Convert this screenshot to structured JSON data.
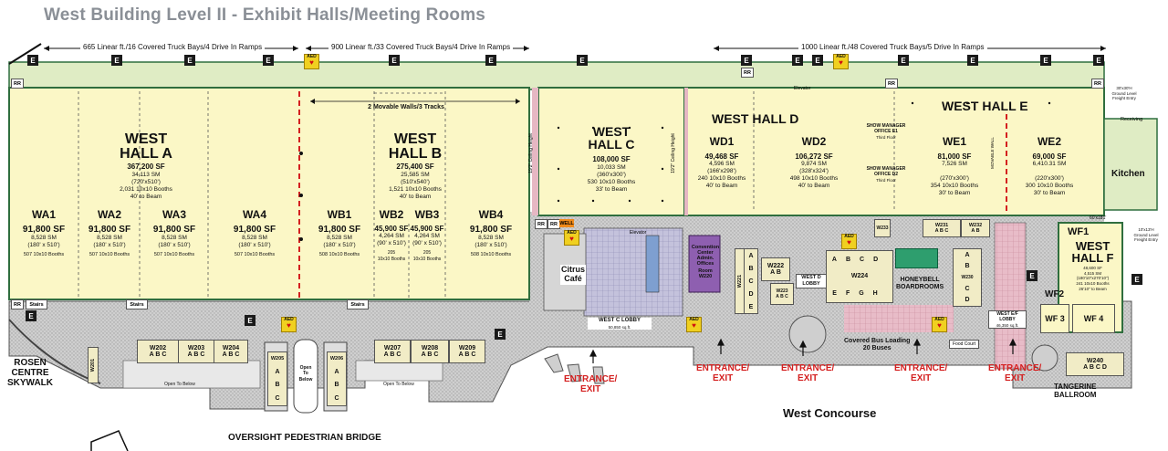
{
  "title": "West Building Level II - Exhibit Halls/Meeting Rooms",
  "dimensions": {
    "ramps_a": "665 Linear ft./16 Covered Truck Bays/4 Drive In Ramps",
    "ramps_b": "900 Linear ft./33 Covered Truck Bays/4 Drive In Ramps",
    "ramps_c": "1000 Linear ft./48 Covered Truck Bays/5 Drive In Ramps"
  },
  "halls": {
    "a": {
      "name_1": "WEST",
      "name_2": "HALL A",
      "sf": "367,200 SF",
      "sm": "34,113 SM",
      "size": "(720'x510')",
      "booths": "2,031 10x10 Booths",
      "beam": "40' to Beam"
    },
    "b": {
      "name_1": "WEST",
      "name_2": "HALL B",
      "sf": "275,400 SF",
      "sm": "25,585 SM",
      "size": "(510'x540')",
      "booths": "1,521 10x10 Booths",
      "beam": "40' to Beam",
      "walls": "2 Movable Walls/3 Tracks"
    },
    "c": {
      "name_1": "WEST",
      "name_2": "HALL C",
      "sf": "108,000 SF",
      "sm": "10,033 SM",
      "size": "(360'x300')",
      "booths": "530 10x10 Booths",
      "beam": "33' to Beam",
      "ceiling": "19'2\" Ceiling Height"
    },
    "d": {
      "name": "WEST HALL D"
    },
    "e": {
      "name": "WEST HALL E",
      "movable_wall": "MOVABLE WALL"
    },
    "f": {
      "name_1": "WEST",
      "name_2": "HALL F",
      "sf": "48,600 SF",
      "sm": "4,515 SM",
      "size": "(180'10\"x270'10\")",
      "booths": "241 10x10 Booths",
      "beam": "26'10\" to Beam"
    }
  },
  "subhalls": {
    "wa1": {
      "name": "WA1",
      "sf": "91,800 SF",
      "sm": "8,528 SM",
      "size": "(180' x 510')",
      "booths": "507 10x10 Booths"
    },
    "wa2": {
      "name": "WA2",
      "sf": "91,800 SF",
      "sm": "8,528 SM",
      "size": "(180' x 510')",
      "booths": "507 10x10 Booths"
    },
    "wa3": {
      "name": "WA3",
      "sf": "91,800 SF",
      "sm": "8,528 SM",
      "size": "(180' x 510')",
      "booths": "507 10x10 Booths"
    },
    "wa4": {
      "name": "WA4",
      "sf": "91,800 SF",
      "sm": "8,528 SM",
      "size": "(180' x 510')",
      "booths": "507 10x10 Booths"
    },
    "wb1": {
      "name": "WB1",
      "sf": "91,800 SF",
      "sm": "8,528 SM",
      "size": "(180' x 510')",
      "booths": "508 10x10 Booths"
    },
    "wb2": {
      "name": "WB2",
      "sf": "45,900 SF",
      "sm": "4,264 SM",
      "size": "(90' x 510')",
      "booths_1": "205",
      "booths_2": "10x10 Booths"
    },
    "wb3": {
      "name": "WB3",
      "sf": "45,900 SF",
      "sm": "4,264 SM",
      "size": "(90' x 510')",
      "booths_1": "205",
      "booths_2": "10x10 Booths"
    },
    "wb4": {
      "name": "WB4",
      "sf": "91,800 SF",
      "sm": "8,528 SM",
      "size": "(180' x 510')",
      "booths": "508 10x10 Booths"
    },
    "wd1": {
      "name": "WD1",
      "sf": "49,468 SF",
      "sm": "4,596 SM",
      "size": "(166'x298')",
      "booths": "240 10x10 Booths",
      "beam": "40' to Beam"
    },
    "wd2": {
      "name": "WD2",
      "sf": "106,272 SF",
      "sm": "9,874 SM",
      "size": "(328'x324')",
      "booths": "498 10x10 Booths",
      "beam": "40' to Beam"
    },
    "we1": {
      "name": "WE1",
      "sf": "81,000 SF",
      "sm": "7,526 SM",
      "size": "(270'x300')",
      "booths": "354 10x10 Booths",
      "beam": "30' to Beam"
    },
    "we2": {
      "name": "WE2",
      "sf": "69,000 SF",
      "sm": "6,410.31 SM",
      "size": "(220'x300')",
      "booths": "300 10x10 Booths",
      "beam": "30' to Beam"
    },
    "wf1": {
      "name": "WF1",
      "size": "60'x181'"
    },
    "wf2": {
      "name": "WF2"
    },
    "wf3": {
      "name": "WF 3"
    },
    "wf4": {
      "name": "WF 4"
    }
  },
  "offices": {
    "e1_1": "SHOW MANAGER",
    "e1_2": "OFFICE E1",
    "e1_3": "Third Floor",
    "d2_1": "SHOW MANAGER",
    "d2_2": "OFFICE D2",
    "d2_3": "Third Floor"
  },
  "rooms": {
    "w202": "W202",
    "w203": "W203",
    "w204": "W204",
    "w207": "W207",
    "w208": "W208",
    "w209": "W209",
    "w205": "W205",
    "w206": "W206",
    "w201": "W201",
    "w221": "W221",
    "w222": "W222",
    "w223": "W223",
    "w224": "W224",
    "w230": "W230",
    "w231": "W231",
    "w232": "W232",
    "w233": "W233",
    "w240": "W240",
    "a": "A",
    "b": "B",
    "c": "C",
    "d": "D",
    "e": "E",
    "f": "F",
    "g": "G",
    "h": "H"
  },
  "labels": {
    "citrus_1": "Citrus",
    "citrus_2": "Café",
    "admin_1": "Convention",
    "admin_2": "Center",
    "admin_3": "Admin.",
    "admin_4": "Offices",
    "admin_5": "Room",
    "admin_6": "W220",
    "lobby_c_1": "WEST C LOBBY",
    "lobby_c_2": "50,850 sq.ft.",
    "lobby_d_1": "WEST D",
    "lobby_d_2": "LOBBY",
    "lobby_ef_1": "WEST E/F",
    "lobby_ef_2": "LOBBY",
    "lobby_ef_3": "46,350 sq.ft.",
    "honeybell_1": "HONEYBELL",
    "honeybell_2": "BOARDROOMS",
    "kitchen": "Kitchen",
    "receiving": "Receiving",
    "freight_1": "30'x30'H",
    "freight_2": "Ground Level",
    "freight_3": "Freight Entry",
    "freight_4": "10'x13'H",
    "freight_5": "Ground Level",
    "freight_6": "Freight Entry",
    "rosen_1": "ROSEN",
    "rosen_2": "CENTRE",
    "rosen_3": "SKYWALK",
    "bridge": "OVERSIGHT PEDESTRIAN BRIDGE",
    "concourse": "West Concourse",
    "tangerine_1": "TANGERINE",
    "tangerine_2": "BALLROOM",
    "bus_1": "Covered Bus Loading",
    "bus_2": "20 Buses",
    "open_below": "Open To Below",
    "open_below_1": "Open",
    "open_below_2": "To",
    "open_below_3": "Below",
    "entrance": "ENTRANCE/",
    "exit": "EXIT",
    "food_court": "Food Court",
    "elevator": "Elevator",
    "stairs": "Stairs",
    "rr": "RR",
    "well": "WELL",
    "e": "E",
    "aed": "AED",
    "c": "C"
  },
  "colors": {
    "hall": "#fbf7c6",
    "concourse": "#c9c9c9",
    "lobby": "#b9b6d4",
    "wall": "#2f6e3e",
    "red": "#d42020",
    "room": "#f1ecc6",
    "green": "#2e9e6e",
    "admin": "#8e5fb0"
  }
}
